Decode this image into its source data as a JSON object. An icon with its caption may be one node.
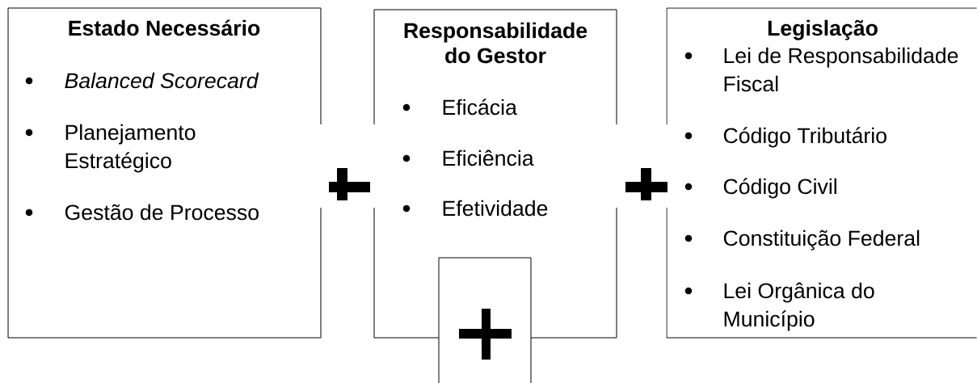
{
  "diagram": {
    "nodes": [
      {
        "text": [
          "Estado Necessário",
          "*Balanced Scorecard*",
          "Planejamento Estratégico",
          "Gestão de Processo"
        ]
      },
      {
        "text": [
          "Responsabilidade do Gestor",
          "Eficácia",
          "Eficiência",
          "Efetividade"
        ]
      },
      {
        "text": [
          "Legislação",
          "Lei de Responsabilidade Fiscal",
          "Código Tributário",
          "Código Civil",
          "Constituição Federal",
          "Lei Orgânica do Município"
        ]
      },
      {
        "text": [],
        "shape": "box"
      }
    ]
  }
}
